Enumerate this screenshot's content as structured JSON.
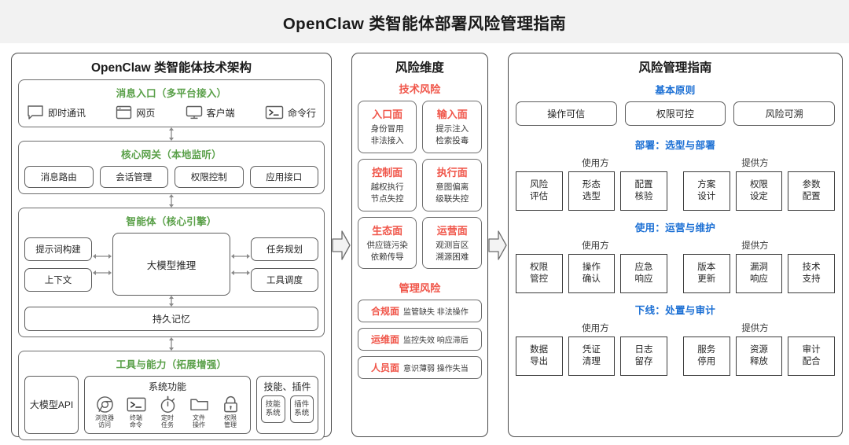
{
  "header": {
    "title": "OpenClaw 类智能体部署风险管理指南"
  },
  "left_panel": {
    "title": "OpenClaw 类智能体技术架构",
    "entry": {
      "heading": "消息入口（多平台接入）",
      "items": [
        {
          "icon": "chat-bubble-icon",
          "label": "即时通讯"
        },
        {
          "icon": "browser-window-icon",
          "label": "网页"
        },
        {
          "icon": "monitor-icon",
          "label": "客户端"
        },
        {
          "icon": "terminal-icon",
          "label": "命令行"
        }
      ]
    },
    "gateway": {
      "heading": "核心网关（本地监听）",
      "items": [
        "消息路由",
        "会话管理",
        "权限控制",
        "应用接口"
      ]
    },
    "agent": {
      "heading": "智能体（核心引擎）",
      "left_items": [
        "提示词构建",
        "上下文"
      ],
      "center": "大模型推理",
      "right_items": [
        "任务规划",
        "工具调度"
      ],
      "memory": "持久记忆"
    },
    "tools": {
      "heading": "工具与能力（拓展增强）",
      "api": "大模型API",
      "system": {
        "heading": "系统功能",
        "items": [
          {
            "icon": "browser-chrome-icon",
            "label": "浏览器\n访问"
          },
          {
            "icon": "terminal-icon",
            "label": "终端\n命令"
          },
          {
            "icon": "stopwatch-icon",
            "label": "定时\n任务"
          },
          {
            "icon": "folder-icon",
            "label": "文件\n操作"
          },
          {
            "icon": "lock-icon",
            "label": "权限\n管理"
          }
        ]
      },
      "plugins": {
        "heading": "技能、插件",
        "items": [
          "技能\n系统",
          "插件\n系统"
        ]
      }
    }
  },
  "mid_panel": {
    "title": "风险维度",
    "tech_heading": "技术风险",
    "tech_cards": [
      {
        "title": "入口面",
        "lines": [
          "身份冒用",
          "非法接入"
        ]
      },
      {
        "title": "输入面",
        "lines": [
          "提示注入",
          "检索投毒"
        ]
      },
      {
        "title": "控制面",
        "lines": [
          "越权执行",
          "节点失控"
        ]
      },
      {
        "title": "执行面",
        "lines": [
          "意图偏离",
          "级联失控"
        ]
      },
      {
        "title": "生态面",
        "lines": [
          "供应链污染",
          "依赖传导"
        ]
      },
      {
        "title": "运营面",
        "lines": [
          "观测盲区",
          "溯源困难"
        ]
      }
    ],
    "mgmt_heading": "管理风险",
    "mgmt_rows": [
      {
        "title": "合规面",
        "label": "监管缺失 非法操作"
      },
      {
        "title": "运维面",
        "label": "监控失效 响应滞后"
      },
      {
        "title": "人员面",
        "label": "意识薄弱 操作失当"
      }
    ]
  },
  "right_panel": {
    "title": "风险管理指南",
    "principles_heading": "基本原则",
    "principles": [
      "操作可信",
      "权限可控",
      "风险可溯"
    ],
    "side_label_user": "使用方",
    "side_label_provider": "提供方",
    "stages": [
      {
        "heading": "部署：选型与部署",
        "user": [
          "风险\n评估",
          "形态\n选型",
          "配置\n核验"
        ],
        "provider": [
          "方案\n设计",
          "权限\n设定",
          "参数\n配置"
        ]
      },
      {
        "heading": "使用：运营与维护",
        "user": [
          "权限\n管控",
          "操作\n确认",
          "应急\n响应"
        ],
        "provider": [
          "版本\n更新",
          "漏洞\n响应",
          "技术\n支持"
        ]
      },
      {
        "heading": "下线：处置与审计",
        "user": [
          "数据\n导出",
          "凭证\n清理",
          "日志\n留存"
        ],
        "provider": [
          "服务\n停用",
          "资源\n释放",
          "审计\n配合"
        ]
      }
    ]
  },
  "colors": {
    "banner_bg": "#f2f2f2",
    "green": "#5aa049",
    "red": "#f0564a",
    "blue": "#1b6fd4",
    "border": "#5d5d5d"
  }
}
